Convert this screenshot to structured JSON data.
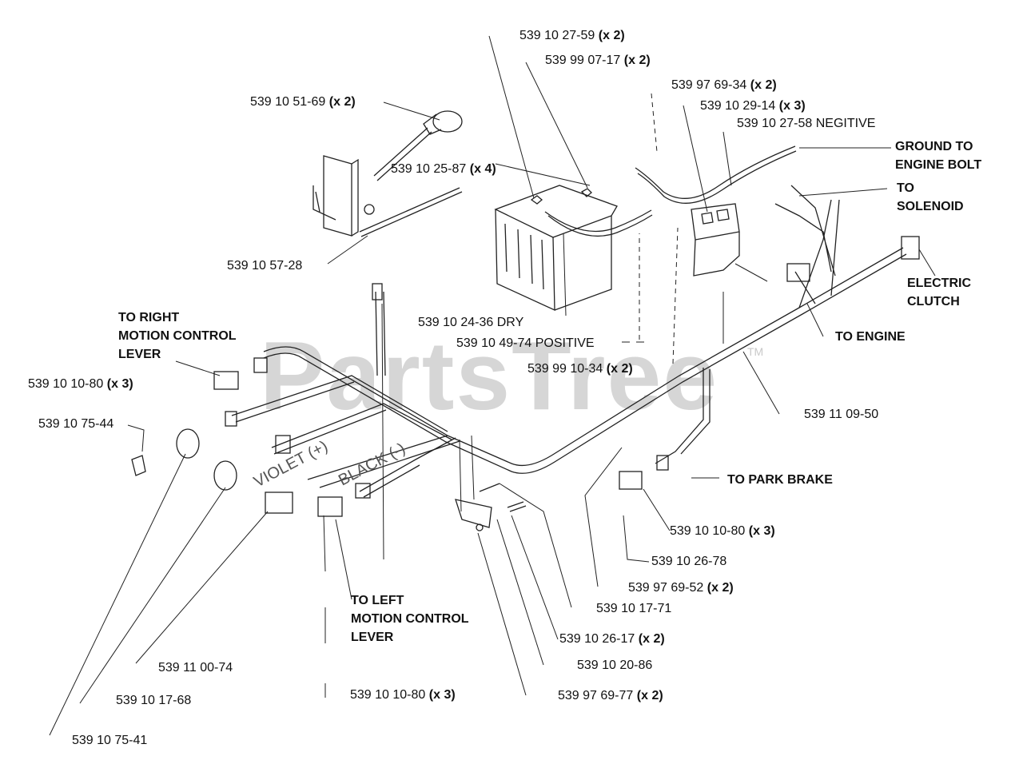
{
  "watermark": "PartsTree",
  "trademark": "TM",
  "parts": [
    {
      "id": "p1",
      "num": "539 10 27-59",
      "qty": "(x 2)"
    },
    {
      "id": "p2",
      "num": "539 99 07-17",
      "qty": "(x 2)"
    },
    {
      "id": "p3",
      "num": "539 97 69-34",
      "qty": "(x 2)"
    },
    {
      "id": "p4",
      "num": "539 10 29-14",
      "qty": "(x 3)"
    },
    {
      "id": "p5",
      "num": "539 10 27-58 NEGITIVE",
      "qty": ""
    },
    {
      "id": "p6",
      "num": "539 10 51-69",
      "qty": "(x 2)"
    },
    {
      "id": "p7",
      "num": "539 10 25-87",
      "qty": "(x 4)"
    },
    {
      "id": "p8",
      "num": "539 10 57-28",
      "qty": ""
    },
    {
      "id": "p9",
      "num": "539 10 24-36 DRY",
      "qty": ""
    },
    {
      "id": "p10",
      "num": "539 10 49-74 POSITIVE",
      "qty": ""
    },
    {
      "id": "p11",
      "num": "539 99 10-34",
      "qty": "(x 2)"
    },
    {
      "id": "p12",
      "num": "539 10 10-80",
      "qty": "(x 3)"
    },
    {
      "id": "p13",
      "num": "539 10 75-44",
      "qty": ""
    },
    {
      "id": "p14",
      "num": "539 11 09-50",
      "qty": ""
    },
    {
      "id": "p15",
      "num": "539 10 10-80",
      "qty": "(x 3)"
    },
    {
      "id": "p16",
      "num": "539 10 26-78",
      "qty": ""
    },
    {
      "id": "p17",
      "num": "539 97 69-52",
      "qty": "(x 2)"
    },
    {
      "id": "p18",
      "num": "539 10 17-71",
      "qty": ""
    },
    {
      "id": "p19",
      "num": "539 10 26-17",
      "qty": "(x 2)"
    },
    {
      "id": "p20",
      "num": "539 10 20-86",
      "qty": ""
    },
    {
      "id": "p21",
      "num": "539 11 00-74",
      "qty": ""
    },
    {
      "id": "p22",
      "num": "539 10 10-80",
      "qty": "(x 3)"
    },
    {
      "id": "p23",
      "num": "539 97 69-77",
      "qty": "(x 2)"
    },
    {
      "id": "p24",
      "num": "539 10 17-68",
      "qty": ""
    },
    {
      "id": "p25",
      "num": "539 10 75-41",
      "qty": ""
    }
  ],
  "notes": [
    {
      "id": "n1",
      "lines": [
        "GROUND TO",
        "ENGINE BOLT"
      ]
    },
    {
      "id": "n2",
      "lines": [
        "TO",
        "SOLENOID"
      ]
    },
    {
      "id": "n3",
      "lines": [
        "ELECTRIC",
        "CLUTCH"
      ]
    },
    {
      "id": "n4",
      "lines": [
        "TO ENGINE"
      ]
    },
    {
      "id": "n5",
      "lines": [
        "TO RIGHT",
        "MOTION CONTROL",
        "LEVER"
      ]
    },
    {
      "id": "n6",
      "lines": [
        "TO PARK BRAKE"
      ]
    },
    {
      "id": "n7",
      "lines": [
        "TO LEFT",
        "MOTION CONTROL",
        "LEVER"
      ]
    }
  ],
  "wire_labels": [
    "VIOLET (+)",
    "BLACK (-)"
  ]
}
